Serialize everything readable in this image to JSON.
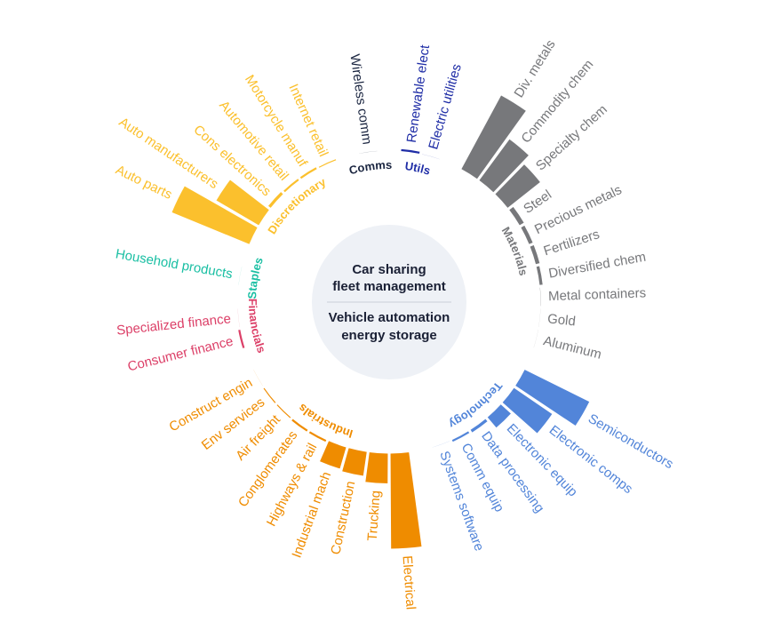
{
  "chart_data": {
    "type": "radial-bar",
    "title": "",
    "center": {
      "top_lines": [
        "Car sharing",
        "fleet management"
      ],
      "bottom_lines": [
        "Vehicle automation",
        "energy storage"
      ]
    },
    "value_range": [
      0,
      100
    ],
    "sectors": [
      {
        "name": "Utils",
        "color": "#1f2da6",
        "items": [
          {
            "label": "Renewable elect",
            "value": 3
          },
          {
            "label": "Electric utilities",
            "value": 0.5
          }
        ]
      },
      {
        "name": "Materials",
        "color": "#77787b",
        "items": [
          {
            "label": "Div. metals",
            "value": 88
          },
          {
            "label": "Commodity chem",
            "value": 54
          },
          {
            "label": "Specialty chem",
            "value": 44
          },
          {
            "label": "Steel",
            "value": 6
          },
          {
            "label": "Precious metals",
            "value": 5
          },
          {
            "label": "Fertilizers",
            "value": 5
          },
          {
            "label": "Diversified chem",
            "value": 4
          },
          {
            "label": "Metal containers",
            "value": 1
          },
          {
            "label": "Gold",
            "value": 0.5
          },
          {
            "label": "Aluminum",
            "value": 0.5
          }
        ]
      },
      {
        "name": "Technology",
        "color": "#5285d9",
        "items": [
          {
            "label": "Semiconductors",
            "value": 76
          },
          {
            "label": "Electronic comps",
            "value": 49
          },
          {
            "label": "Electronic equip",
            "value": 15
          },
          {
            "label": "Data processing",
            "value": 4
          },
          {
            "label": "Comm equip",
            "value": 3
          },
          {
            "label": "Systems software",
            "value": 0.5
          }
        ]
      },
      {
        "name": "Industrials",
        "color": "#ef8c00",
        "items": [
          {
            "label": "Electrical",
            "value": 100
          },
          {
            "label": "Trucking",
            "value": 32
          },
          {
            "label": "Construction",
            "value": 26
          },
          {
            "label": "Industrial mach",
            "value": 24
          },
          {
            "label": "Highways & rail",
            "value": 3
          },
          {
            "label": "Conglomerates",
            "value": 3
          },
          {
            "label": "Air freight",
            "value": 2
          },
          {
            "label": "Env services",
            "value": 2
          },
          {
            "label": "Construct engin",
            "value": 0.5
          }
        ]
      },
      {
        "name": "Financials",
        "color": "#dc4068",
        "items": [
          {
            "label": "Consumer finance",
            "value": 3
          },
          {
            "label": "Specialized finance",
            "value": 0.5
          }
        ]
      },
      {
        "name": "Staples",
        "color": "#1abfa3",
        "items": [
          {
            "label": "Household products",
            "value": 0.5
          }
        ]
      },
      {
        "name": "Discretionary",
        "color": "#fbc02d",
        "items": [
          {
            "label": "Auto parts",
            "value": 88
          },
          {
            "label": "Auto manufacturers",
            "value": 52
          },
          {
            "label": "Cons electronics",
            "value": 4
          },
          {
            "label": "Automotive retail",
            "value": 3
          },
          {
            "label": "Motorcycle manuf",
            "value": 3
          },
          {
            "label": "Internet retail",
            "value": 2
          }
        ]
      },
      {
        "name": "Comms",
        "color": "#1a2540",
        "items": [
          {
            "label": "Wireless comm",
            "value": 0.5
          }
        ]
      }
    ]
  }
}
